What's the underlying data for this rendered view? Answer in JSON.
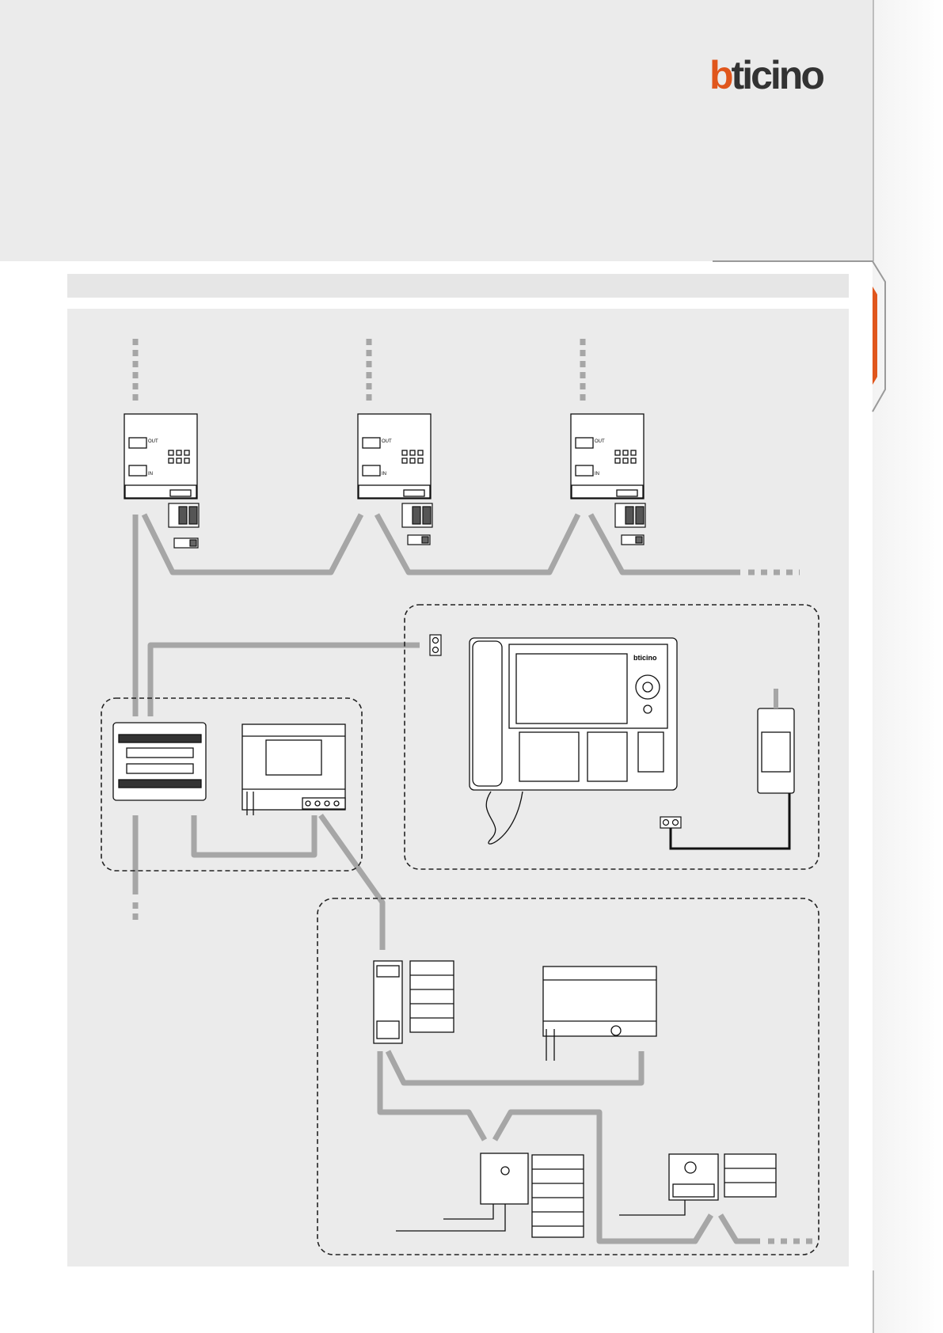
{
  "brand": {
    "logo_text_first": "b",
    "logo_text_rest": "ticino",
    "accent_color": "#e0561c",
    "ink_color": "#333333"
  },
  "diagram": {
    "wire_color": "#a6a6a6",
    "line_color": "#111111",
    "interfaces": [
      {
        "out_label": "OUT",
        "in_label": "IN"
      },
      {
        "out_label": "OUT",
        "in_label": "IN"
      },
      {
        "out_label": "OUT",
        "in_label": "IN"
      }
    ],
    "handset_brand": "bticino"
  }
}
